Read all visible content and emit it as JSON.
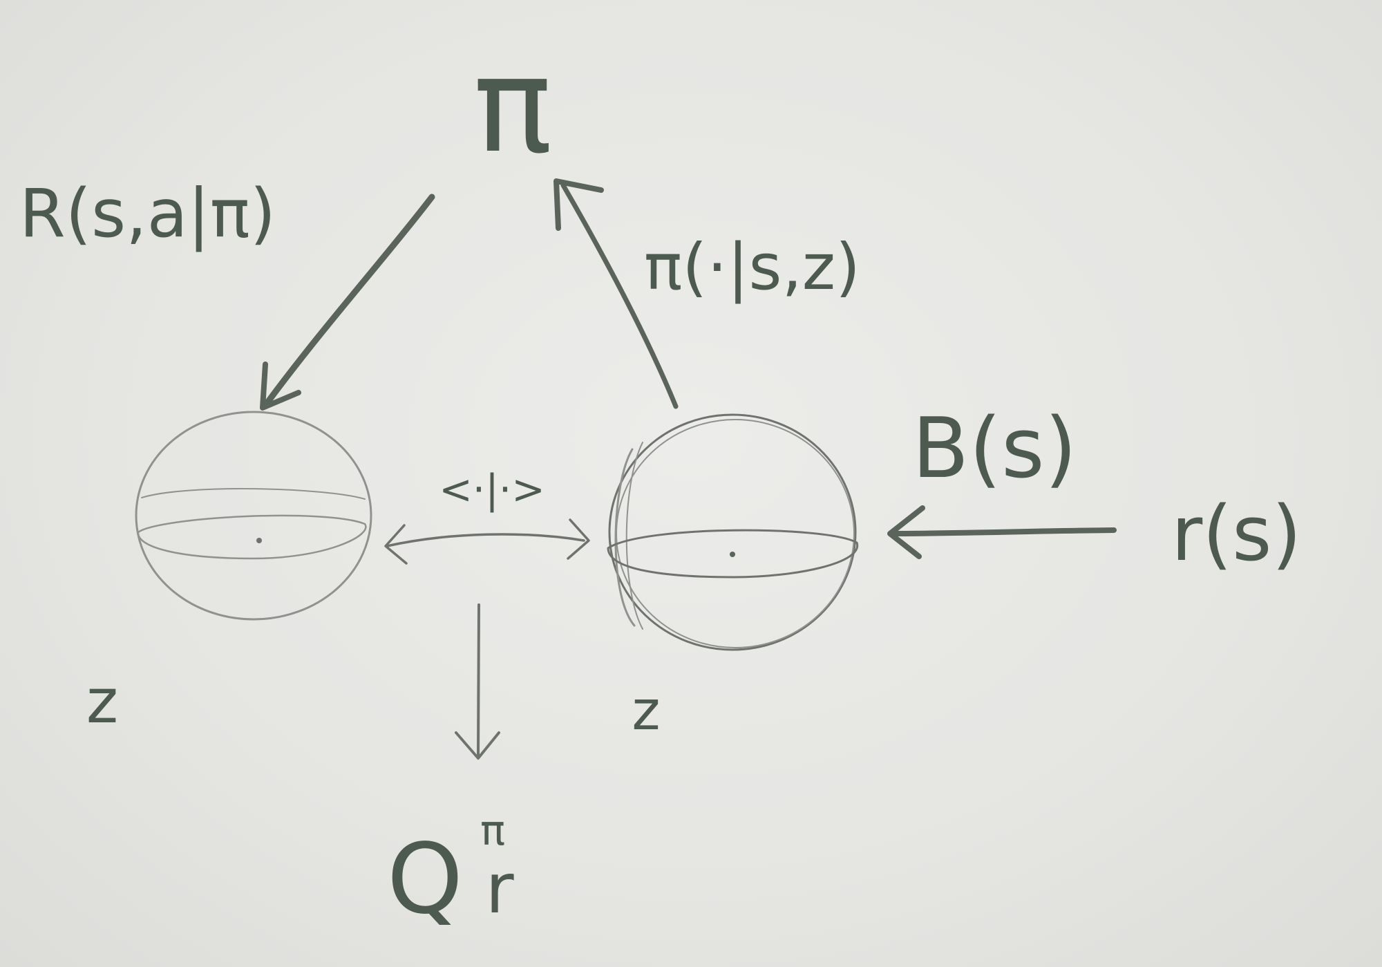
{
  "diagram": {
    "policy_label": "π",
    "left_arrow_label": "R(s,a|π)",
    "right_arrow_label": "π(·|s,z)",
    "b_label": "B(s)",
    "r_label": "r(s)",
    "inner_product_label": "<·|·>",
    "left_sphere_label": "z",
    "right_sphere_label": "z",
    "q_main": "Q",
    "q_sup": "π",
    "q_sub": "r"
  }
}
